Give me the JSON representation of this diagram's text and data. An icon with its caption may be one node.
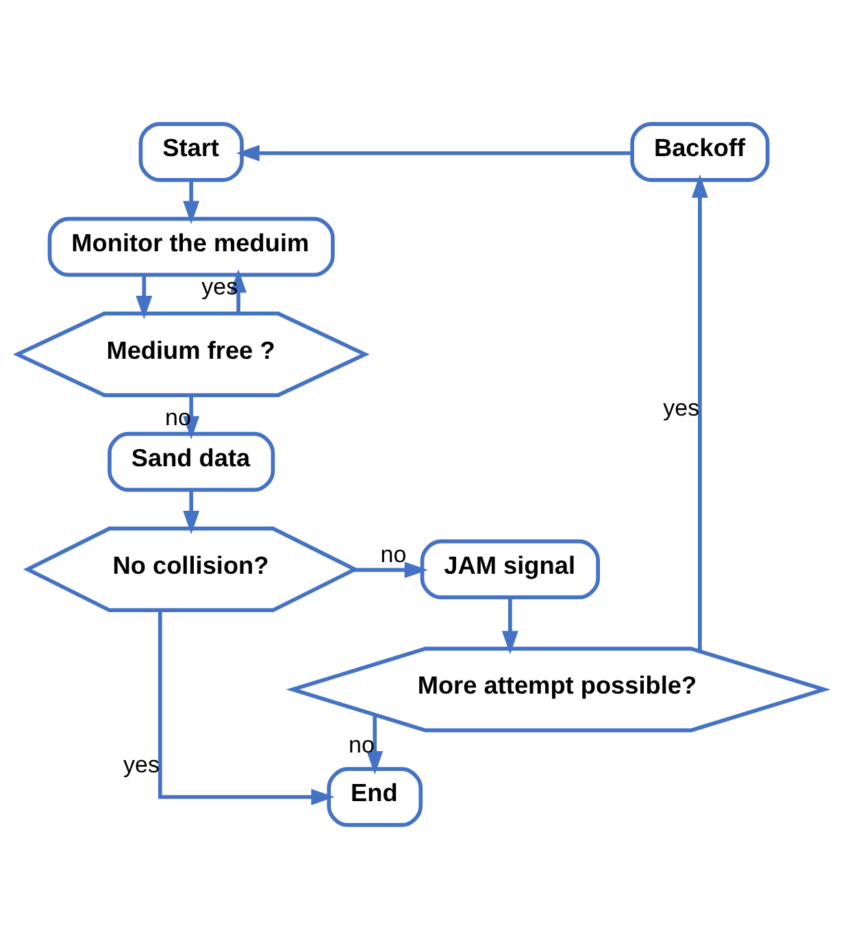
{
  "diagram": {
    "nodes": [
      {
        "text": [
          "Start"
        ]
      },
      {
        "text": [
          "Monitor the meduim"
        ]
      },
      {
        "text": [
          "Medium free ?"
        ]
      },
      {
        "text": [
          "Sand data"
        ]
      },
      {
        "text": [
          "No collision?"
        ]
      },
      {
        "text": [
          "End"
        ]
      },
      {
        "text": [
          "JAM signal"
        ]
      },
      {
        "text": [
          "More attempt possible?"
        ]
      },
      {
        "text": [
          "Backoff"
        ]
      }
    ],
    "edges": [
      {
        "from": 0,
        "to": 1,
        "arrow": "to"
      },
      {
        "from": 1,
        "to": 2,
        "arrow": "to"
      },
      {
        "from": 2,
        "to": 1,
        "arrow": "to",
        "label": "yes"
      },
      {
        "from": 2,
        "to": 3,
        "arrow": "to",
        "label": "no"
      },
      {
        "from": 3,
        "to": 4,
        "arrow": "to"
      },
      {
        "from": 4,
        "to": 5,
        "arrow": "to",
        "label": "yes"
      },
      {
        "from": 4,
        "to": 6,
        "arrow": "to",
        "label": "no"
      },
      {
        "from": 6,
        "to": 7,
        "arrow": "to"
      },
      {
        "from": 7,
        "to": 8,
        "arrow": "to",
        "label": "yes"
      },
      {
        "from": 8,
        "to": 0,
        "arrow": "to"
      },
      {
        "from": 7,
        "to": 5,
        "arrow": "to",
        "label": "no"
      }
    ]
  }
}
